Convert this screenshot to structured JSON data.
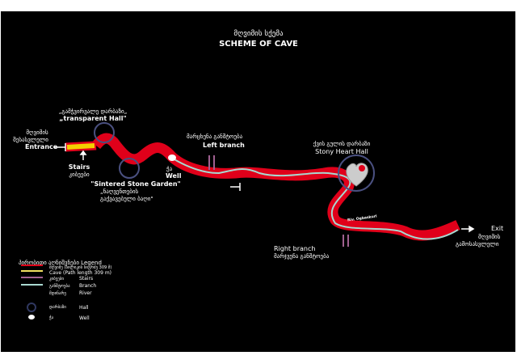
{
  "title": {
    "georgian": "მღვიმის სქემა",
    "english": "SCHEME OF CAVE"
  },
  "labels": {
    "transparent_hall": {
      "georgian": "„გამჭვირვალე დარბაზი„",
      "english": "„transparent Hall\""
    },
    "entrance": {
      "georgian_1": "მღვიმის",
      "georgian_2": "შესასვლელი",
      "english": "Entrance"
    },
    "stairs": {
      "english": "Stairs",
      "georgian": "კიბეები"
    },
    "sintered": {
      "english": "\"Sintered Stone Garden\"",
      "georgian_1": "„ნაღვენთების",
      "georgian_2": "გაქვავებული ბაღი\""
    },
    "well": {
      "georgian": "ჭა",
      "english": "Well"
    },
    "left_branch": {
      "georgian": "მარცხენა განშტოება",
      "english": "Left branch"
    },
    "stony_heart": {
      "georgian": "ქვის გულის დარბაზი",
      "english": "Stony Heart Hall"
    },
    "river": "Riv. Ogbaskuri",
    "right_branch": {
      "english": "Right  branch",
      "georgian": "მარჯვენა განშტოება"
    },
    "exit": {
      "english": "Exit",
      "georgian_1": "მღვიმის",
      "georgian_2": "გამოსასვლელი"
    }
  },
  "legend": {
    "title": "პირობითი აღნიშვნები  Legend",
    "items": [
      {
        "georgian": "მღვიმე (ბილიკის სიგრძე 309 მ)",
        "english": "Cave (Path length 309 m)",
        "color": "#e0001a"
      },
      {
        "georgian": "კიბეები",
        "english": "Stairs",
        "color": "#f0e060"
      },
      {
        "georgian": "განშტოება",
        "english": "Branch",
        "color": "#a06090"
      },
      {
        "georgian": "მდინარე",
        "english": "River",
        "color": "#a8d8d0"
      },
      {
        "georgian": "დარბაზი",
        "english": "Hall",
        "color": "#303860"
      },
      {
        "georgian": "ჭა",
        "english": "Well",
        "color": "#ffffff"
      }
    ]
  },
  "colors": {
    "cave": "#e0001a",
    "stairs": "#f5d000",
    "branch": "#a06090",
    "river": "#a8d8d0",
    "hall": "#4a5080"
  }
}
